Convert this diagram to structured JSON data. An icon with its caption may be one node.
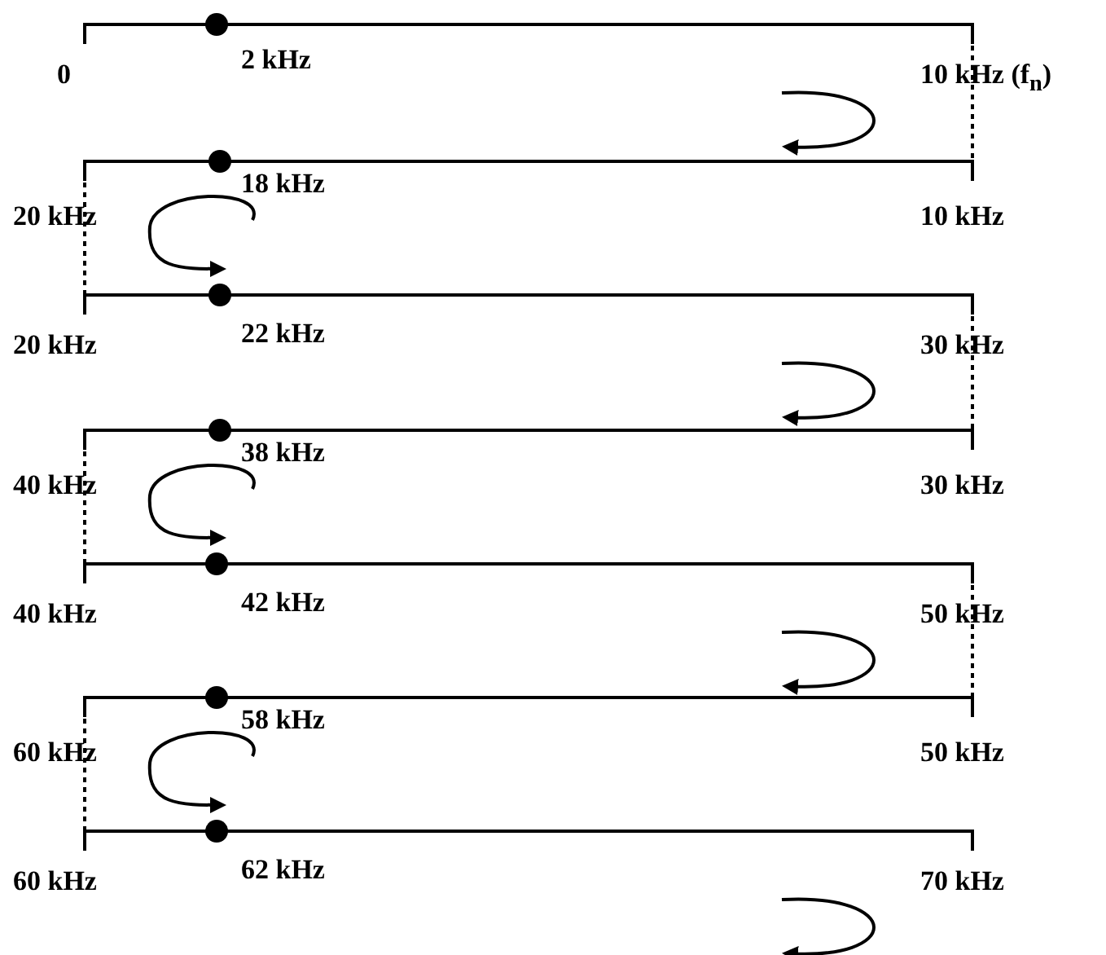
{
  "diagram": {
    "labels": [
      "0",
      "2 kHz",
      "10 kHz (f$_{n}$)",
      "18 kHz",
      "20 kHz",
      "10 kHz",
      "20 kHz",
      "22 kHz",
      "30 kHz",
      "38 kHz",
      "40 kHz",
      "30 kHz",
      "40 kHz",
      "42 kHz",
      "50 kHz",
      "58 kHz",
      "60 kHz",
      "50 kHz",
      "60 kHz",
      "62 kHz",
      "70 kHz"
    ]
  }
}
